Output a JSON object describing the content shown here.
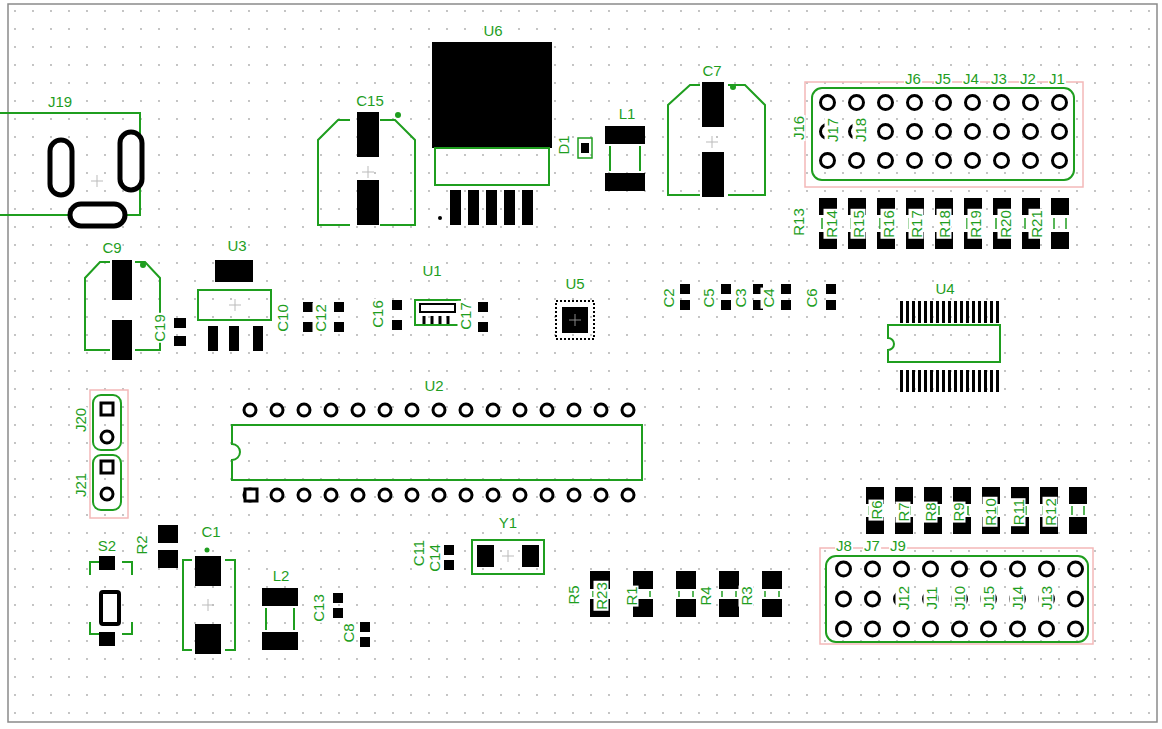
{
  "diagram": {
    "labels": [
      "U6",
      "J19",
      "C15",
      "D1",
      "L1",
      "C7",
      "J6",
      "J5",
      "J4",
      "J3",
      "J2",
      "J1",
      "J16",
      "J17",
      "J18",
      "R13",
      "R14",
      "R15",
      "R16",
      "R17",
      "R18",
      "R19",
      "R20",
      "R21",
      "C9",
      "U3",
      "C19",
      "C10",
      "C12",
      "C16",
      "U1",
      "C17",
      "U5",
      "C2",
      "C5",
      "C3",
      "C4",
      "C6",
      "U4",
      "U2",
      "J20",
      "J21",
      "S2",
      "R2",
      "C1",
      "L2",
      "C13",
      "C8",
      "C11",
      "C14",
      "Y1",
      "R5",
      "R23",
      "R1",
      "R4",
      "R3",
      "R6",
      "R7",
      "R8",
      "R9",
      "R10",
      "R11",
      "R12",
      "J8",
      "J7",
      "J9",
      "J12",
      "J11",
      "J10",
      "J15",
      "J14",
      "J13"
    ]
  }
}
